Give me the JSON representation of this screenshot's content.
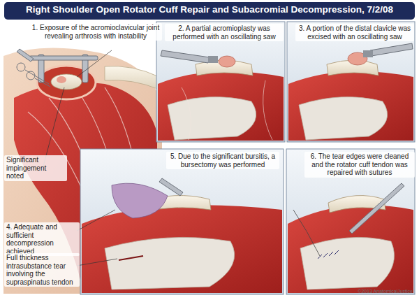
{
  "diagram": {
    "title": "Right Shoulder Open Rotator Cuff Repair and Subacromial Decompression, 7/2/08",
    "labels": [
      "1. Exposure of the acromioclavicular joint revealing arthrosis with instability",
      "2. A partial acromioplasty was performed with an oscillating saw",
      "3. A portion of the distal clavicle was excised with an oscillating saw",
      "Significant impingement noted",
      "5. Due to the significant bursitis, a bursectomy was performed",
      "6. The tear edges were cleaned and the rotator cuff tendon was repaired with sutures",
      "4. Adequate and sufficient decompression achieved",
      "Full thickness intrasubstance tear involving the supraspinatus tendon",
      "©2013 AnatomicalJustice"
    ]
  }
}
